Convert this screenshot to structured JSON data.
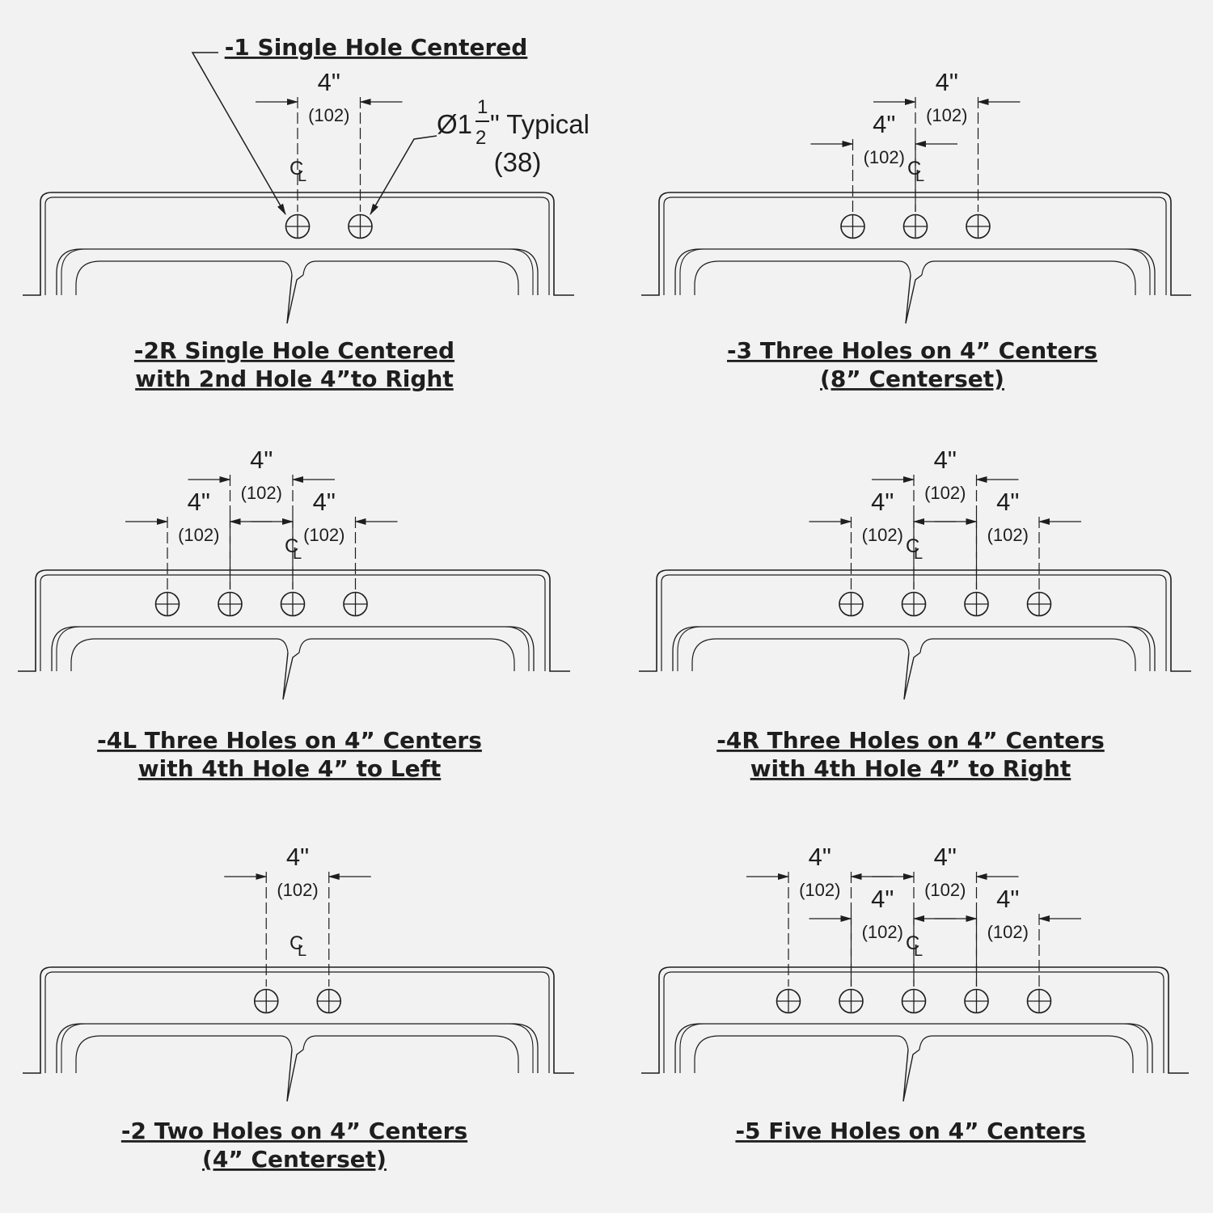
{
  "callout_title": "-1 Single Hole Centered",
  "diameter_note": {
    "symbol_whole": "Ø1",
    "frac_num": "1",
    "frac_den": "2",
    "suffix": "\" Typical",
    "metric": "(38)"
  },
  "centerline_symbol": "CL",
  "panels": [
    {
      "id": "2r",
      "caption": [
        "-2R Single Hole Centered",
        "with 2nd Hole 4”to Right"
      ],
      "holes": [
        0,
        1
      ],
      "dimensions": [
        {
          "label": "4\"",
          "metric": "(102)",
          "from": 0,
          "to": 1,
          "tier": "upper"
        }
      ]
    },
    {
      "id": "3",
      "caption": [
        "-3 Three Holes on 4” Centers",
        "(8” Centerset)"
      ],
      "holes": [
        -1,
        0,
        1
      ],
      "dimensions": [
        {
          "label": "4\"",
          "metric": "(102)",
          "from": 0,
          "to": 1,
          "tier": "upper"
        },
        {
          "label": "4\"",
          "metric": "(102)",
          "from": -1,
          "to": 0,
          "tier": "lower"
        }
      ]
    },
    {
      "id": "4l",
      "caption": [
        "-4L Three Holes on 4” Centers",
        "with 4th Hole 4” to Left"
      ],
      "holes": [
        -2,
        -1,
        0,
        1
      ],
      "dimensions": [
        {
          "label": "4\"",
          "metric": "(102)",
          "from": -1,
          "to": 0,
          "tier": "upper"
        },
        {
          "label": "4\"",
          "metric": "(102)",
          "from": -2,
          "to": -1,
          "tier": "lower"
        },
        {
          "label": "4\"",
          "metric": "(102)",
          "from": 0,
          "to": 1,
          "tier": "lower"
        }
      ]
    },
    {
      "id": "4r",
      "caption": [
        "-4R Three Holes on 4” Centers",
        "with 4th Hole 4” to Right"
      ],
      "holes": [
        -1,
        0,
        1,
        2
      ],
      "dimensions": [
        {
          "label": "4\"",
          "metric": "(102)",
          "from": 0,
          "to": 1,
          "tier": "upper"
        },
        {
          "label": "4\"",
          "metric": "(102)",
          "from": -1,
          "to": 0,
          "tier": "lower"
        },
        {
          "label": "4\"",
          "metric": "(102)",
          "from": 1,
          "to": 2,
          "tier": "lower"
        }
      ]
    },
    {
      "id": "2",
      "caption": [
        "-2 Two Holes on 4” Centers",
        "(4” Centerset)"
      ],
      "holes": [
        -0.5,
        0.5
      ],
      "dimensions": [
        {
          "label": "4\"",
          "metric": "(102)",
          "from": -0.5,
          "to": 0.5,
          "tier": "upper"
        }
      ]
    },
    {
      "id": "5",
      "caption": [
        "-5 Five Holes on 4” Centers"
      ],
      "holes": [
        -2,
        -1,
        0,
        1,
        2
      ],
      "dimensions": [
        {
          "label": "4\"",
          "metric": "(102)",
          "from": -2,
          "to": -1,
          "tier": "upper"
        },
        {
          "label": "4\"",
          "metric": "(102)",
          "from": 0,
          "to": 1,
          "tier": "upper"
        },
        {
          "label": "4\"",
          "metric": "(102)",
          "from": -1,
          "to": 0,
          "tier": "lower"
        },
        {
          "label": "4\"",
          "metric": "(102)",
          "from": 1,
          "to": 2,
          "tier": "lower"
        }
      ]
    }
  ]
}
